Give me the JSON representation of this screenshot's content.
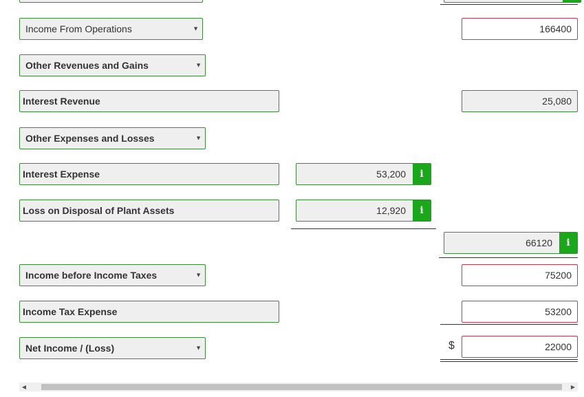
{
  "rows": {
    "income_from_operations": {
      "label": "Income From Operations",
      "amount": "166400"
    },
    "other_revenues_gains": {
      "label": "Other Revenues and Gains"
    },
    "interest_revenue": {
      "label": "Interest Revenue",
      "amount": "25,080"
    },
    "other_expenses_losses": {
      "label": "Other Expenses and Losses"
    },
    "interest_expense": {
      "label": "Interest Expense",
      "amount": "53,200"
    },
    "loss_on_disposal": {
      "label": "Loss on Disposal of Plant Assets",
      "amount": "12,920"
    },
    "total_other_expenses": {
      "amount": "66120"
    },
    "income_before_taxes": {
      "label": "Income before Income Taxes",
      "amount": "75200"
    },
    "income_tax_expense": {
      "label": "Income Tax Expense",
      "amount": "53200"
    },
    "net_income": {
      "label": "Net Income / (Loss)",
      "currency_symbol": "$",
      "amount": "22000"
    }
  },
  "icons": {
    "info": "i",
    "dropdown_caret": "▼",
    "scroll_left": "◀",
    "scroll_right": "▶"
  },
  "colors": {
    "field_border_green": "#3c8a3c",
    "field_border_red": "#c83a4a",
    "info_button_green": "#1aa81a",
    "field_background": "#efefef"
  }
}
